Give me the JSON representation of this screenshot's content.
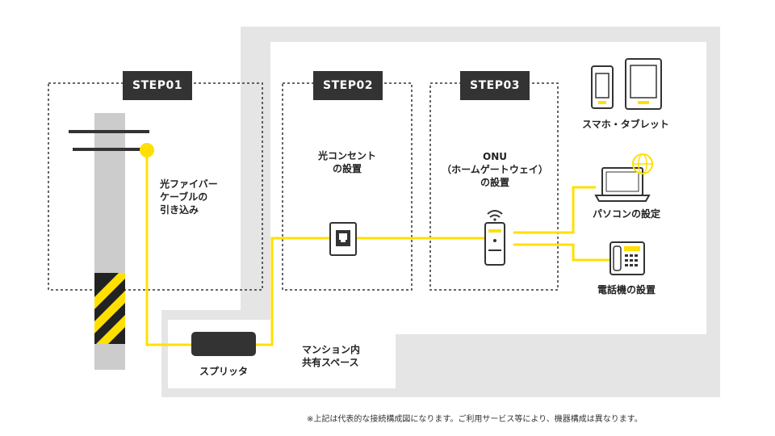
{
  "colors": {
    "accent_yellow": "#ffe000",
    "dark": "#333333",
    "pole_gray": "#cccccc",
    "area_gray": "#e5e5e5",
    "dashed": "#333333"
  },
  "steps": [
    {
      "badge": "STEP01",
      "caption_lines": [
        "光ファイバー",
        "ケーブルの",
        "引き込み"
      ]
    },
    {
      "badge": "STEP02",
      "caption_lines": [
        "光コンセント",
        "の設置"
      ]
    },
    {
      "badge": "STEP03",
      "caption_lines": [
        "ONU",
        "（ホームゲートウェイ）",
        "の設置"
      ]
    }
  ],
  "devices": {
    "smartphone_tablet": "スマホ・タブレット",
    "pc_setup": "パソコンの設定",
    "phone_setup": "電話機の設置"
  },
  "splitter": {
    "label": "スプリッタ"
  },
  "shared_space": {
    "lines": [
      "マンション内",
      "共有スペース"
    ]
  },
  "footnote": "※上記は代表的な接続構成図になります。ご利用サービス等により、機器構成は異なります。",
  "icons": [
    "telephone-pole",
    "optical-outlet-icon",
    "onu-router-icon",
    "smartphone-icon",
    "tablet-icon",
    "laptop-icon",
    "globe-icon",
    "desk-phone-icon"
  ]
}
